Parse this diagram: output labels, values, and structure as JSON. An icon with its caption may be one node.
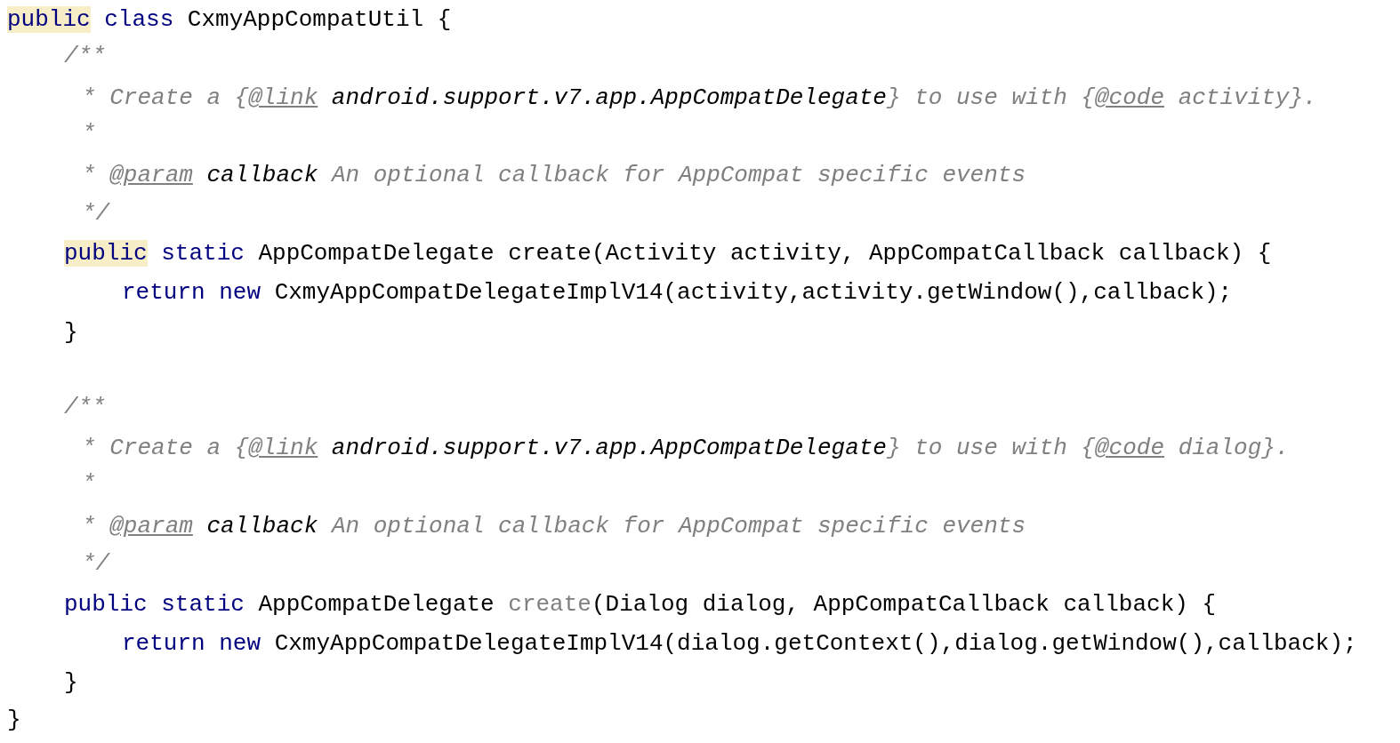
{
  "diagram": {
    "labels": [
      "public class CxmyAppCompatUtil {",
      "/**",
      "* Create a {@link android.support.v7.app.AppCompatDelegate} to use with {@code activity}.",
      "*",
      "* @param callback An optional callback for AppCompat specific events",
      "*/",
      "public static AppCompatDelegate create(Activity activity, AppCompatCallback callback) {",
      "return new CxmyAppCompatDelegateImplV14(activity,activity.getWindow(),callback);",
      "}",
      "/**",
      "* Create a {@link android.support.v7.app.AppCompatDelegate} to use with {@code dialog}.",
      "*",
      "* @param callback An optional callback for AppCompat specific events",
      "*/",
      "public static AppCompatDelegate create(Dialog dialog, AppCompatCallback callback) {",
      "return new CxmyAppCompatDelegateImplV14(dialog.getContext(),dialog.getWindow(),callback);",
      "}",
      "}"
    ]
  }
}
